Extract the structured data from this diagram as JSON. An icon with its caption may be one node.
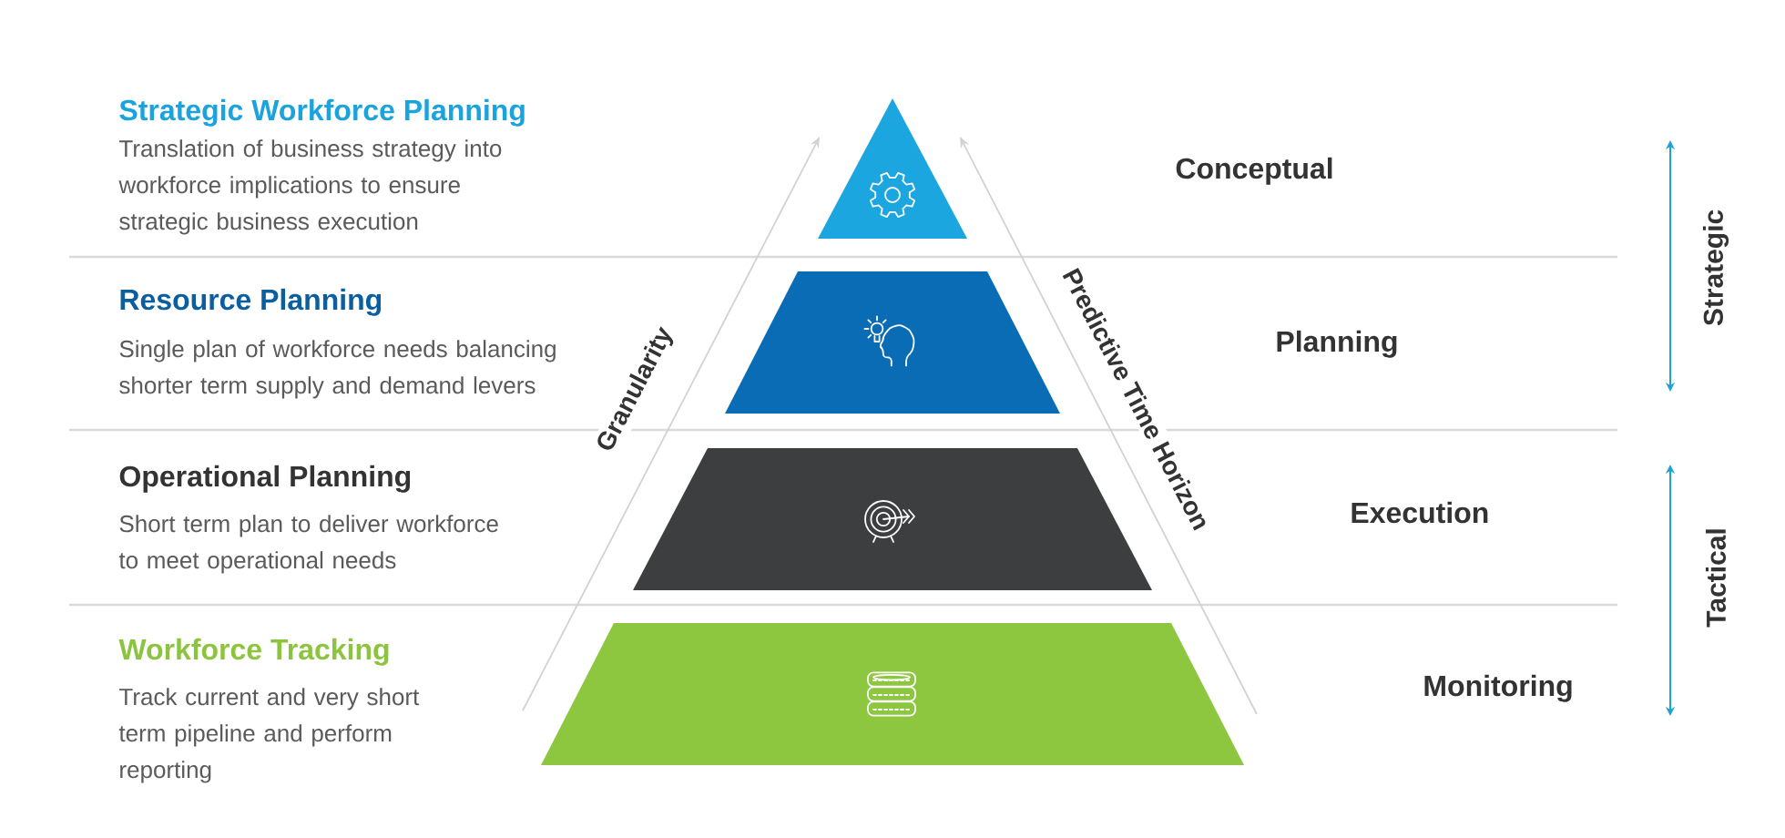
{
  "diagram": {
    "nodes": [
      {
        "text": [],
        "shape": "triangle",
        "beside": [
          "Strategic Workforce Planning",
          "Translation of business strategy into workforce implications to ensure strategic business execution"
        ]
      },
      {
        "text": [],
        "shape": "trapezoid",
        "beside": [
          "Resource Planning",
          "Single plan of workforce needs balancing shorter term supply and demand levers"
        ]
      },
      {
        "text": [],
        "shape": "trapezoid",
        "beside": [
          "Operational Planning",
          "Short term plan to deliver workforce to meet operational needs"
        ]
      },
      {
        "text": [],
        "shape": "trapezoid",
        "beside": [
          "Workforce Tracking",
          "Track current and very short term pipeline and perform reporting"
        ]
      }
    ],
    "labels": [
      "Conceptual",
      "Planning",
      "Execution",
      "Monitoring",
      "Granularity",
      "Predictive Time Horizon",
      "Strategic",
      "Tactical"
    ]
  }
}
